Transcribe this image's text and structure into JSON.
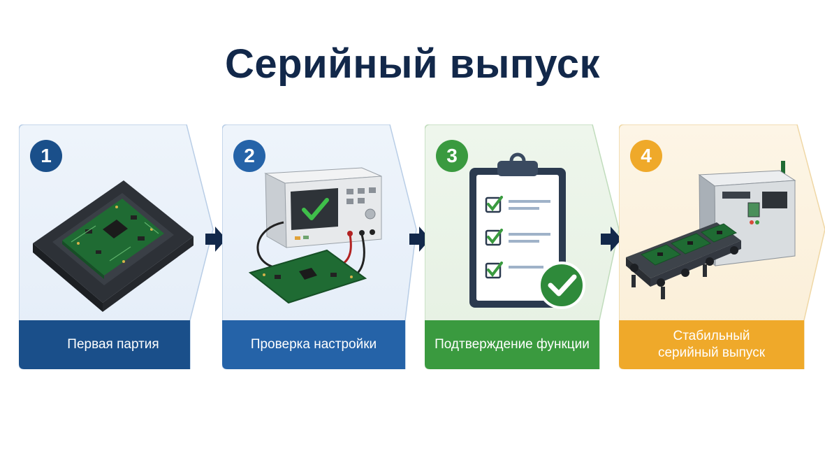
{
  "title": "Серийный выпуск",
  "colors": {
    "title": "#12284a",
    "step1": "#1a4f8a",
    "step2": "#2563a8",
    "step3": "#3a9a3f",
    "step4": "#efa92a",
    "arrow": "#12284a"
  },
  "steps": [
    {
      "number": "1",
      "label": "Первая партия",
      "icon": "pcb-in-tray-icon"
    },
    {
      "number": "2",
      "label": "Проверка настройки",
      "icon": "test-instrument-icon"
    },
    {
      "number": "3",
      "label": "Подтверждение функции",
      "icon": "checklist-clipboard-icon"
    },
    {
      "number": "4",
      "label": "Стабильный\nсерийный выпуск",
      "icon": "production-conveyor-icon"
    }
  ]
}
